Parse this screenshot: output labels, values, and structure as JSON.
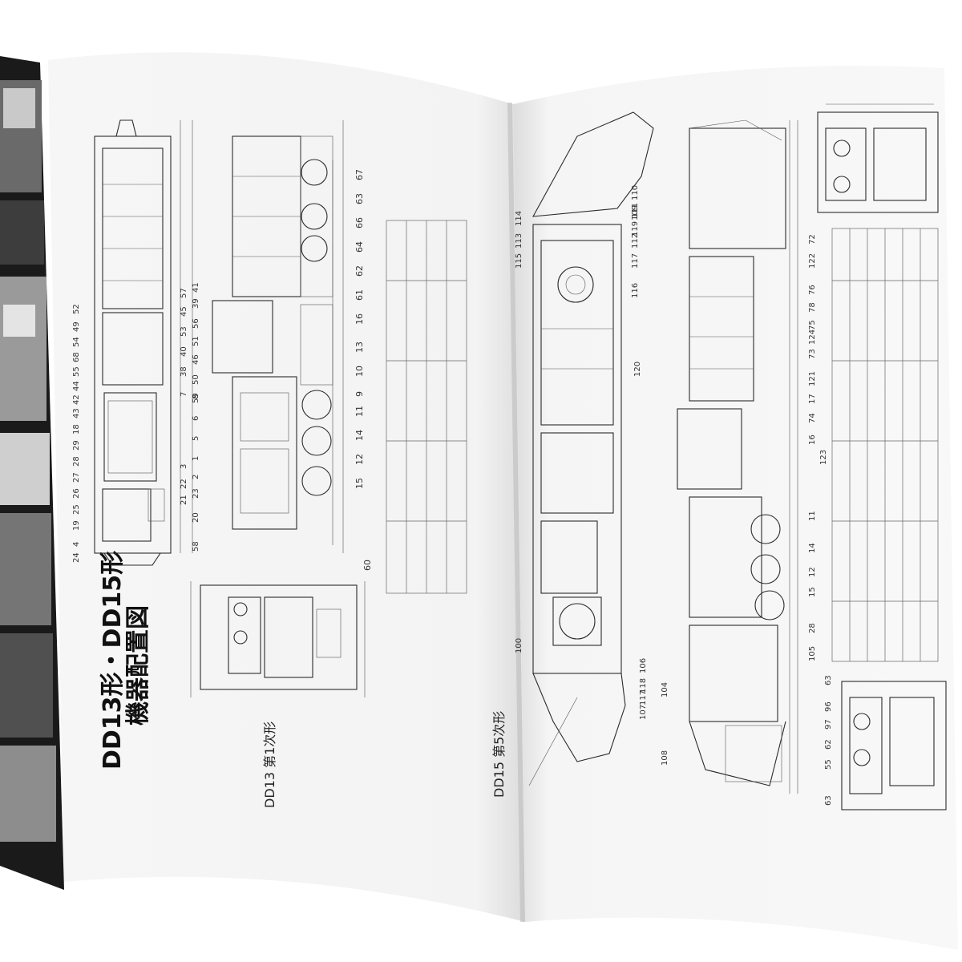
{
  "page": {
    "title_line1": "DD13形・DD15形",
    "title_line2": "機器配置図"
  },
  "left_page": {
    "caption": "DD13 第1次形",
    "callouts_right": [
      "67",
      "63",
      "66",
      "64",
      "62",
      "61",
      "16",
      "13",
      "10",
      "9",
      "11",
      "14",
      "12",
      "15",
      "60"
    ],
    "callouts_mid": [
      "41",
      "45",
      "57",
      "53",
      "56",
      "51",
      "39",
      "40",
      "38",
      "46",
      "50",
      "59",
      "8",
      "7",
      "6",
      "5",
      "1",
      "2",
      "3",
      "23",
      "22",
      "21",
      "20",
      "58"
    ],
    "callouts_left": [
      "52",
      "49",
      "54",
      "68",
      "55",
      "44",
      "42",
      "43",
      "18",
      "29",
      "28",
      "27",
      "26",
      "25",
      "19",
      "4",
      "24"
    ]
  },
  "right_page": {
    "caption": "DD15 第5次形",
    "callouts_top": [
      "110",
      "109",
      "119",
      "111",
      "112",
      "117",
      "116",
      "114",
      "113",
      "115",
      "120"
    ],
    "callouts_right": [
      "72",
      "122",
      "76",
      "78",
      "75",
      "124",
      "73",
      "121",
      "17",
      "74",
      "16",
      "123",
      "11",
      "14",
      "12",
      "15",
      "28",
      "105",
      "63",
      "96",
      "97",
      "62",
      "55",
      "63"
    ],
    "callouts_bottom": [
      "100",
      "106",
      "118",
      "117",
      "107",
      "104",
      "108"
    ]
  }
}
